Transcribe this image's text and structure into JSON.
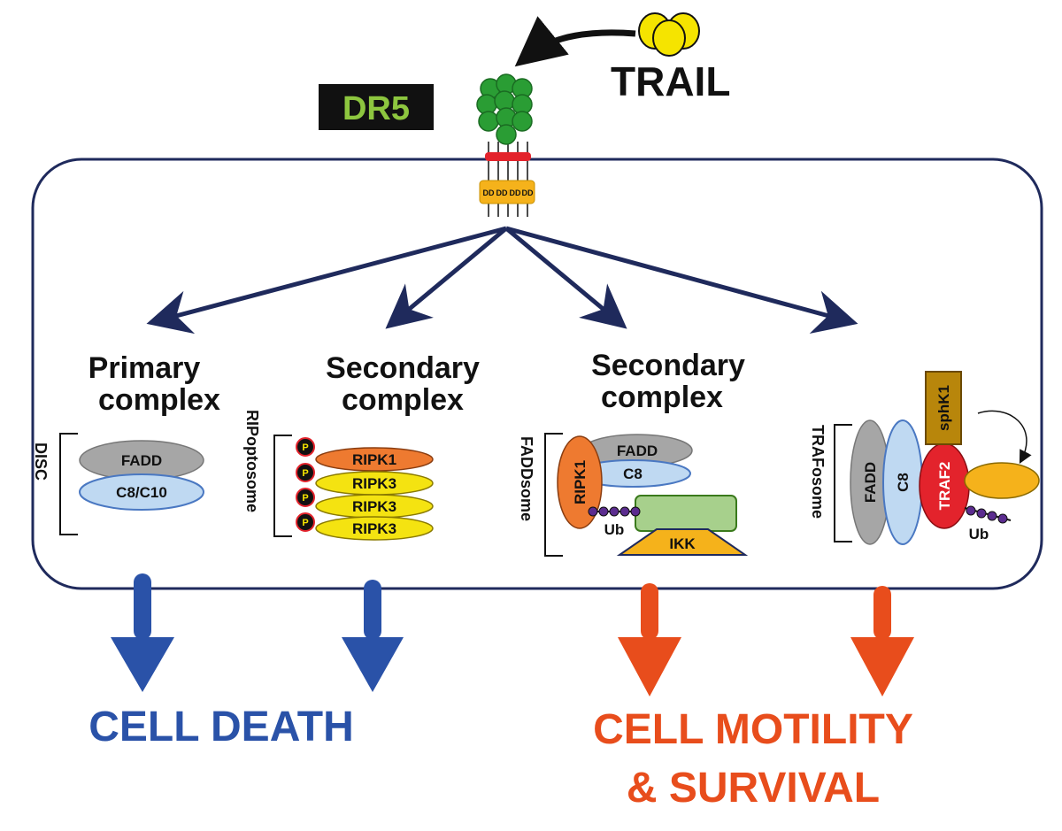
{
  "ligand": {
    "label": "TRAIL"
  },
  "receptor": {
    "label": "DR5",
    "death_domain_label": "DD"
  },
  "complexes": [
    {
      "title_line1": "Primary",
      "title_line2": "complex",
      "side_label": "DISC",
      "components": [
        "FADD",
        "C8/C10"
      ]
    },
    {
      "title_line1": "Secondary",
      "title_line2": "complex",
      "side_label": "RIPoptosome",
      "components": [
        "RIPK1",
        "RIPK3",
        "RIPK3",
        "RIPK3"
      ],
      "phospho_label": "P"
    },
    {
      "title_line1": "Secondary",
      "title_line2": "complex",
      "side_label": "FADDsome",
      "components": [
        "RIPK1",
        "FADD",
        "C8",
        "IKK"
      ],
      "ubiquitin_label": "Ub"
    },
    {
      "side_label": "TRAFosome",
      "components": [
        "FADD",
        "C8",
        "TRAF2",
        "sphK1"
      ],
      "ubiquitin_label": "Ub"
    }
  ],
  "outcomes": {
    "death": "CELL DEATH",
    "survival_line1": "CELL MOTILITY",
    "survival_line2": "& SURVIVAL"
  },
  "colors": {
    "arrow_navy": "#1f2a5c",
    "death_blue": "#2a52a8",
    "survival_orange": "#e84d1c",
    "receptor_green": "#2a9d34",
    "dr5_text_green": "#8dc63f",
    "trail_yellow": "#f5e400",
    "fadd_gray": "#a6a6a6",
    "c8_blue": "#bfd9f2",
    "ripk1_orange": "#ee7a30",
    "ripk3_yellow": "#f4e311",
    "traf2_red": "#e3232c",
    "sphk1_gold": "#b8860b",
    "ikk_gold": "#f5b21b",
    "box_green": "#a7d08c",
    "ub_purple": "#5b2c8f"
  }
}
